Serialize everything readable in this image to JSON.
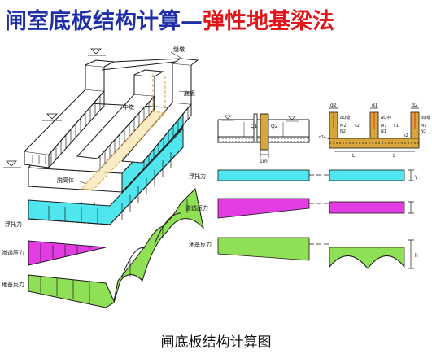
{
  "title": {
    "part1": "闸室底板结构计算",
    "dash": "—",
    "part2": "弹性地基梁法"
  },
  "caption": "闸底板结构计算图",
  "left_drawing": {
    "labels": {
      "pier": "缝墩",
      "floor": "底板",
      "middle_pier": "中墩",
      "free_body": "脱离体",
      "width": "1m",
      "buoyancy": "浮托力",
      "seepage": "渗透压力",
      "foundation": "地基反力"
    }
  },
  "right_drawing": {
    "labels": {
      "q1": "Q1",
      "q2": "Q2",
      "width": "1m",
      "d2_left": "d2",
      "d1": "d1",
      "d2_right": "d2",
      "dq_seam": "ΔQ缝",
      "dq_mid": "ΔQ中",
      "dq_seam2": "ΔQ缝",
      "m2_left": "M2",
      "n2_left": "N2",
      "m1": "M1",
      "n1": "N1",
      "m2_right": "M2",
      "n2_right": "N2",
      "s_left": "s2",
      "s_mid": "s1",
      "s_right": "s2",
      "q_left": "q1",
      "l_left": "L",
      "l_right": "L",
      "buoyancy": "浮托力",
      "seepage": "渗透压力",
      "foundation": "地基反力",
      "gamma": "γ",
      "h": "h"
    }
  },
  "colors": {
    "title_blue": "#1f2fa8",
    "title_red": "#e0161a",
    "cyan": "#4fe6ee",
    "magenta": "#e33ce3",
    "green": "#8fe055",
    "beam": "#d8a63b",
    "outline": "#1a1a1a"
  }
}
